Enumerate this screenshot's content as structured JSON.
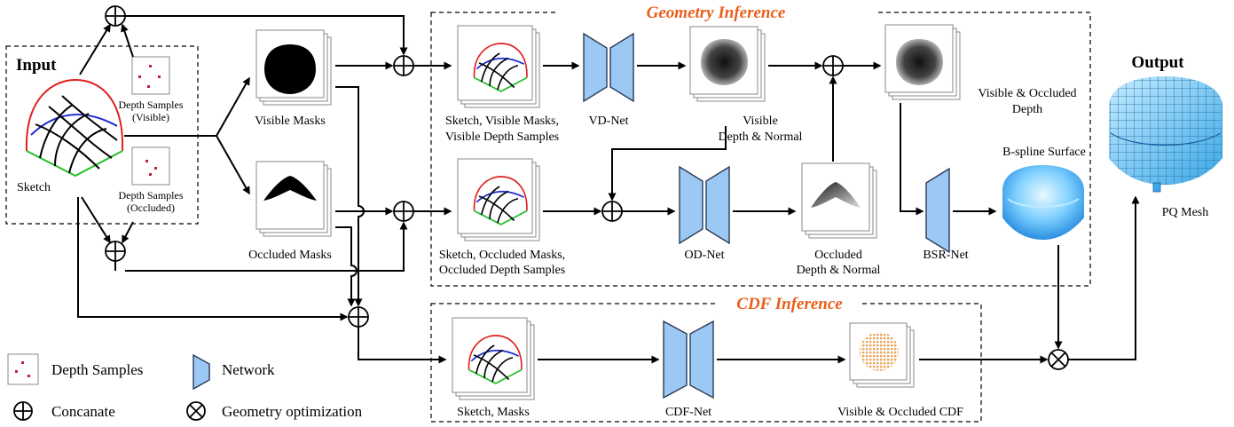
{
  "sections": {
    "input_title": "Input",
    "output_title": "Output",
    "geometry_title": "Geometry Inference",
    "cdf_title": "CDF Inference"
  },
  "nodes": {
    "sketch": "Sketch",
    "depth_visible": [
      "Depth Samples",
      "(Visible)"
    ],
    "depth_occluded": [
      "Depth Samples",
      "(Occluded)"
    ],
    "visible_masks": "Visible Masks",
    "occluded_masks": "Occluded Masks",
    "vd_input": [
      "Sketch, Visible Masks,",
      "Visible Depth Samples"
    ],
    "od_input": [
      "Sketch, Occluded Masks,",
      "Occluded Depth Samples"
    ],
    "cdf_input": "Sketch, Masks",
    "vd_net": "VD-Net",
    "od_net": "OD-Net",
    "cdf_net": "CDF-Net",
    "bsr_net": "BSR-Net",
    "visible_depth": [
      "Visible",
      "Depth & Normal"
    ],
    "occluded_depth": [
      "Occluded",
      "Depth & Normal"
    ],
    "vis_occ_depth": [
      "Visible & Occluded",
      "Depth"
    ],
    "bspline": "B-spline Surface",
    "cdf_out": "Visible & Occluded CDF",
    "pq_mesh": "PQ Mesh"
  },
  "legend": {
    "depth_samples": "Depth Samples",
    "network": "Network",
    "concatenate": "Concanate",
    "geo_opt": "Geometry optimization"
  },
  "colors": {
    "network_fill": "#9cc8f4",
    "section_title": "#e8601c",
    "sample_dot": "#c0203a",
    "sketch_red": "#e02020",
    "sketch_blue": "#1a2ad0",
    "sketch_green": "#22c02a"
  }
}
